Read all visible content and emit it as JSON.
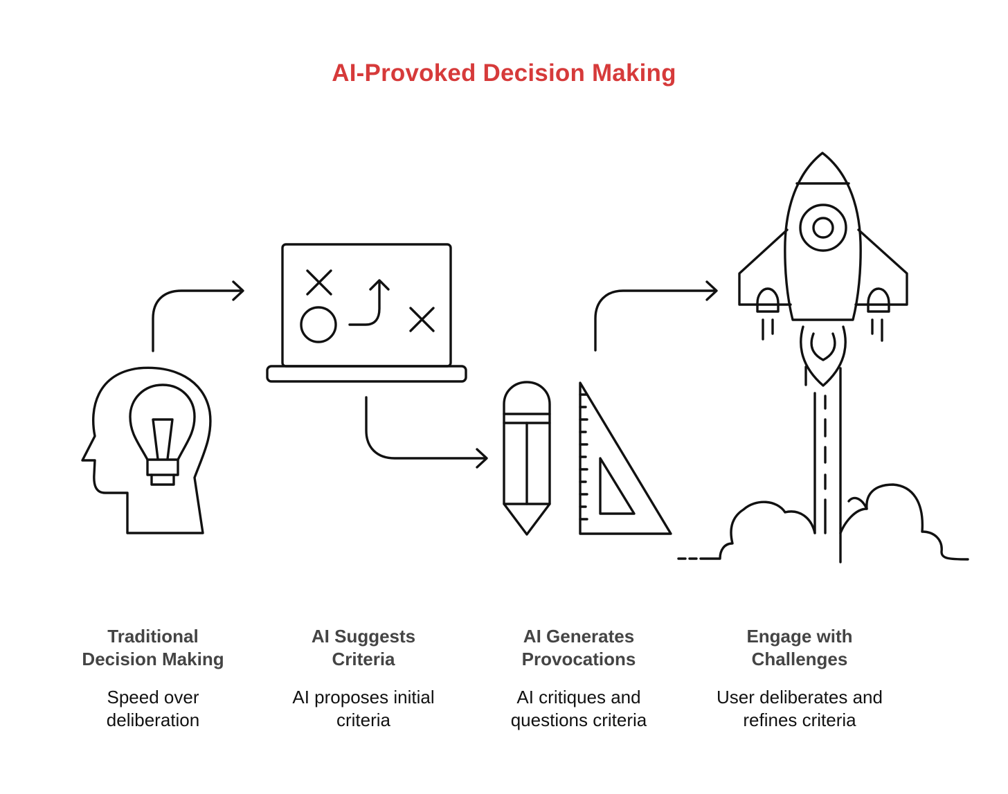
{
  "title": "AI-Provoked Decision Making",
  "colors": {
    "title": "#d63a3a",
    "step_title": "#444444",
    "text": "#111111",
    "line": "#111111"
  },
  "steps": [
    {
      "title": "Traditional\nDecision Making",
      "description": "Speed over\ndeliberation",
      "icon": "head-lightbulb-icon"
    },
    {
      "title": "AI Suggests\nCriteria",
      "description": "AI proposes initial\ncriteria",
      "icon": "strategy-board-icon"
    },
    {
      "title": "AI Generates\nProvocations",
      "description": "AI critiques and\nquestions criteria",
      "icon": "pencil-ruler-icon"
    },
    {
      "title": "Engage with\nChallenges",
      "description": "User deliberates and\nrefines criteria",
      "icon": "rocket-launch-icon"
    }
  ]
}
